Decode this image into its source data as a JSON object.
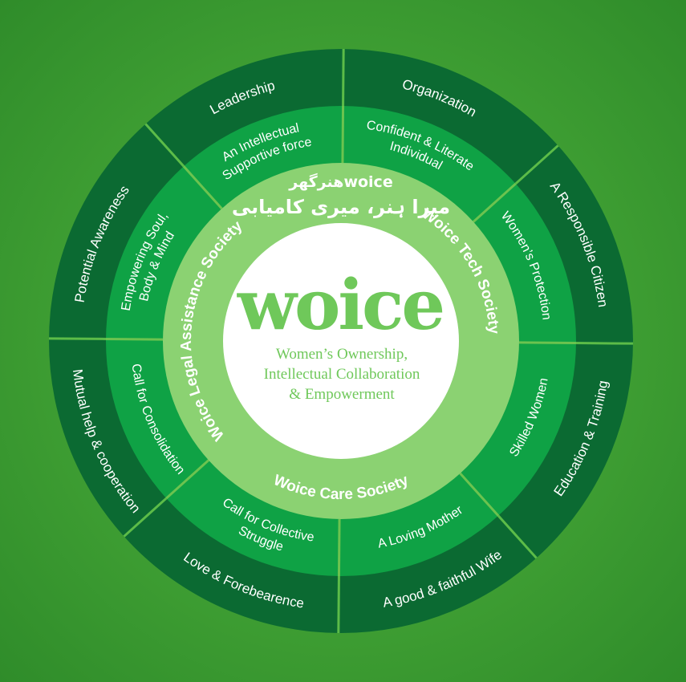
{
  "logo": {
    "wordmark": "woice",
    "tagline": [
      "Women’s Ownership,",
      "Intellectual Collaboration",
      "& Empowerment"
    ]
  },
  "urdu": {
    "brand": "هنرگھرwoice",
    "motto": "میرا ہنر، میری کامیابی"
  },
  "societies": {
    "tech": "Woice Tech Society",
    "care": "Woice Care Society",
    "legal": "Woice Legal Assistance Society"
  },
  "middle_ring": [
    [
      "An Intellectual",
      "Supportive force"
    ],
    [
      "Confident & Literate",
      "Individual"
    ],
    [
      "Women’s Protection"
    ],
    [
      "Skilled Women"
    ],
    [
      "A Loving Mother"
    ],
    [
      "Call for Collective",
      "Struggle"
    ],
    [
      "Call for Consolidation"
    ],
    [
      "Empowering Soul,",
      "Body & Mind"
    ]
  ],
  "outer_ring": [
    "Leadership",
    "Organization",
    "A Responsible Citizen",
    "Education & Training",
    "A good & faithful Wife",
    "Love & Forebearence",
    "Mutual help & cooperation",
    "Potential Awareness"
  ],
  "colors": {
    "outer_ring": "#0b6a32",
    "middle_ring": "#0fa245",
    "society_ring": "#8bd272",
    "center": "#ffffff",
    "logo_green": "#6fc85a",
    "divider": "#6cc34f"
  }
}
